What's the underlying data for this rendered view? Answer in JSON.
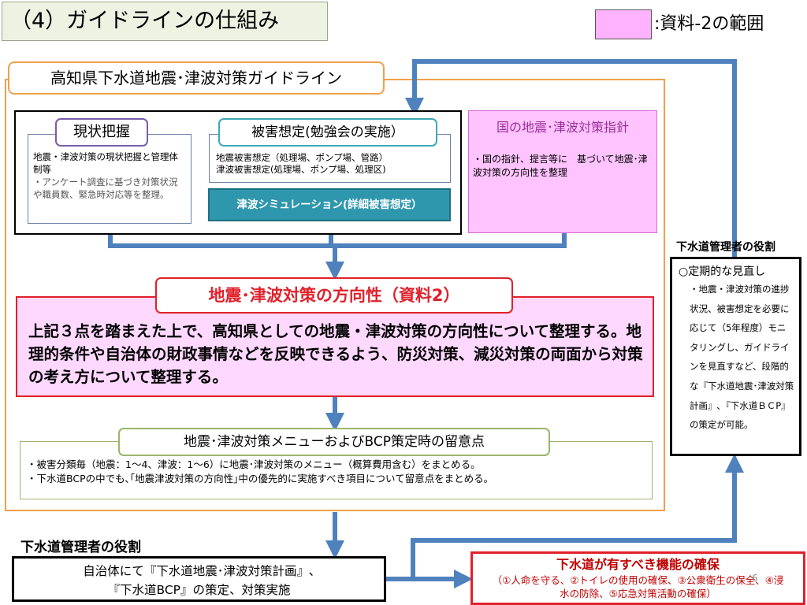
{
  "title": "（4）ガイドラインの仕組み",
  "legend": {
    "text": ":資料-2の範囲",
    "swatch_color": "#ffb3ff"
  },
  "guideline_title": "高知県下水道地震･津波対策ガイドライン",
  "genjo": {
    "label": "現状把握",
    "line1": "地震・津波対策の現状把握と管理体制等",
    "line2": "・アンケート調査に基づき対策状況や職員数、緊急時対応等を整理。"
  },
  "higai": {
    "label": "被害想定(勉強会の実施）",
    "line1": "地震被害想定（処理場、ポンプ場、管路）",
    "line2": "津波被害想定(処理場、ポンプ場、処理区)"
  },
  "tsunami_sim": "津波シミュレーション(詳細被害想定）",
  "kuni": {
    "title": "国の地震･津波対策指針",
    "text": "・国の指針、提言等に　基づいて地震･津波対策の方向性を整理"
  },
  "hoko": {
    "label": "地震･津波対策の方向性（資料2）",
    "text": "上記３点を踏まえた上で、高知県としての地震・津波対策の方向性について整理する。地理的条件や自治体の財政事情などを反映できるよう、防災対策、減災対策の両面から対策の考え方について整理する。"
  },
  "menu": {
    "label": "地震･津波対策メニューおよびBCP策定時の留意点",
    "line1": "・被害分類毎（地震：1～4、津波：1～6）に地震･津波対策のメニュー（概算費用含む）をまとめる。",
    "line2": "・下水道BCPの中でも､｢地震津波対策の方向性｣中の優先的に実施すべき項目について留意点をまとめる。"
  },
  "role_right": {
    "label": "下水道管理者の役割",
    "heading": "○定期的な見直し",
    "body": "・地震・津波対策の進捗状況、被害想定を必要に応じて（5年程度）モニタリングし、ガイドラインを見直すなど、段階的な『下水道地震･津波対策計画』､『下水道ＢＣP』の策定が可能。"
  },
  "role_bottom": {
    "label": "下水道管理者の役割",
    "line1": "自治体にて『下水道地震･津波対策計画』､",
    "line2": "『下水道BCP』の策定、対策実施"
  },
  "kino": {
    "title": "下水道が有すべき機能の確保",
    "line1": "（①人命を守る、②トイレの使用の確保、③公衆衛生の保全、④浸",
    "line2": "水の防除、⑤応急対策活動の確保）"
  },
  "page_number": "6",
  "colors": {
    "arrow": "#4f81bd",
    "orange_frame": "#f0a04b",
    "red": "#e0212b",
    "pink": "#ffc4ff",
    "teal": "#2f97ad"
  }
}
